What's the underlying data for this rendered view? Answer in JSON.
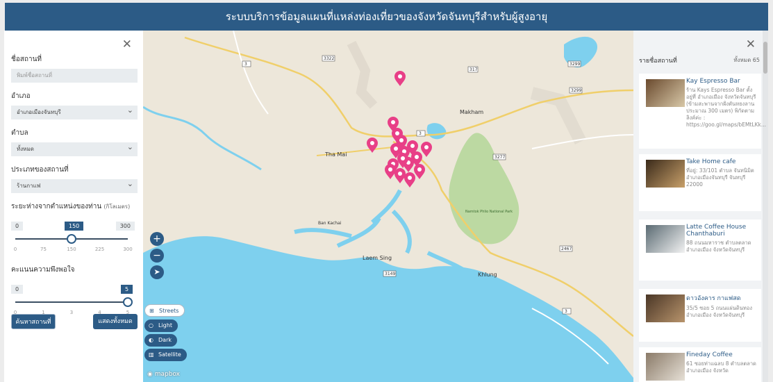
{
  "header": {
    "title": "ระบบบริการข้อมูลแผนที่แหล่งท่องเที่ยวของจังหวัดจันทบุรีสำหรับผู้สูงอายุ"
  },
  "left_panel": {
    "close_icon": "close-icon",
    "place_name_label": "ชื่อสถานที่",
    "place_name_placeholder": "พิมพ์ชื่อสถานที่",
    "district_label": "อำเภอ",
    "district_value": "อำเภอเมืองจันทบุรี",
    "subdistrict_label": "ตำบล",
    "subdistrict_value": "ทั้งหมด",
    "place_type_label": "ประเภทของสถานที่",
    "place_type_value": "ร้านกาแฟ",
    "distance_label": "ระยะห่างจากตำแหน่งของท่าน",
    "distance_unit": "(กิโลเมตร)",
    "distance_slider": {
      "min": "0",
      "max": "300",
      "value": "150",
      "value_num": 150,
      "min_num": 0,
      "max_num": 300,
      "ticks": [
        "0",
        "75",
        "150",
        "225",
        "300"
      ]
    },
    "rating_label": "คะแนนความพึงพอใจ",
    "rating_slider": {
      "min": "0",
      "max": "5",
      "value": "5",
      "value_num": 5,
      "min_num": 0,
      "max_num": 5,
      "ticks": [
        "0",
        "1",
        "3",
        "4",
        "5"
      ]
    },
    "search_button": "ค้นหาสถานที่",
    "show_all_button": "แสดงทั้งหมด"
  },
  "map": {
    "labels": [
      "Makham",
      "Tha Mai",
      "Ban Kachai",
      "Laem Sing",
      "Khlung",
      "Namtok Phlio National Park"
    ],
    "route_shields": [
      "3",
      "3322",
      "317",
      "3299",
      "3",
      "3149",
      "3277",
      "2467",
      "3299",
      "3"
    ],
    "style_options": [
      {
        "label": "Streets",
        "icon": "grid-icon",
        "active": true
      },
      {
        "label": "Light",
        "icon": "circle-icon",
        "active": false
      },
      {
        "label": "Dark",
        "icon": "half-circle-icon",
        "active": false
      },
      {
        "label": "Satellite",
        "icon": "columns-icon",
        "active": false
      }
    ],
    "attribution": "mapbox",
    "water_color": "#7ed0ee",
    "land_color": "#ede7da",
    "park_color": "#bcd9a2",
    "marker_color": "#e83f87"
  },
  "right_panel": {
    "close_icon": "close-icon",
    "list_title": "รายชื่อสถานที่",
    "total_text": "ทั้งหมด 65",
    "items": [
      {
        "name": "Kay Espresso Bar",
        "desc": "ร้าน Kays Espresso Bar ตั้งอยู่ที่ อำเภอเมือง จังหวัดจันทบุรี (ข้ามสะพานจากฝั่งตันหยงลานประมาณ 300 เมตร) พิกัดตามลิงค์ค่ะ : https://goo.gl/maps/bEMtLKk..."
      },
      {
        "name": "Take Home cafe",
        "desc": "ที่อยู่: 33/101 ตำบล จันทนิมิต อำเภอเมืองจันทบุรี จันทบุรี 22000"
      },
      {
        "name": "Latte Coffee House Chanthaburi",
        "desc": "88 ถนนมหาราช ตำบลตลาด อำเภอเมือง จังหวัดจันทบุรี"
      },
      {
        "name": "ดาวอังคาร กาแฟสด",
        "desc": "35/5 ซอย 5 ถนนแผ่นดินทอง อำเภอเมือง จังหวัดจันทบุรี"
      },
      {
        "name": "Fineday Coffee",
        "desc": "61 ซอยท่าแฉลบ 8 ตำบลตลาด อำเภอเมือง จังหวัด"
      }
    ]
  }
}
